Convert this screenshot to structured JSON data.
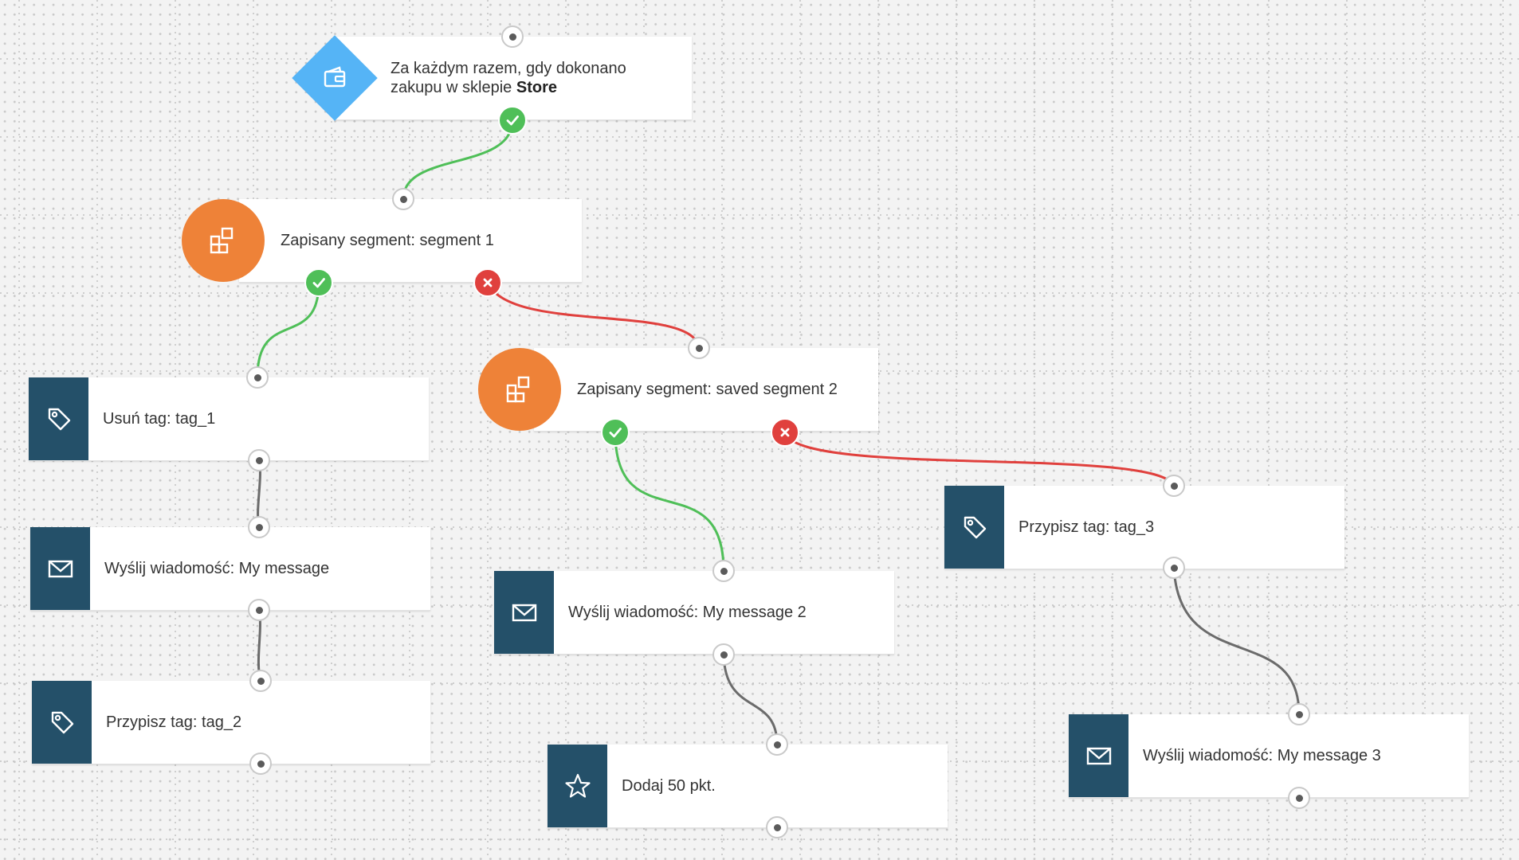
{
  "workflow": {
    "trigger": {
      "text_before": "Za każdym razem, gdy dokonano zakupu w sklepie ",
      "store_name": "Store",
      "icon": "wallet-icon"
    },
    "segment1": {
      "label": "Zapisany segment: segment 1",
      "icon": "segment-icon"
    },
    "segment2": {
      "label": "Zapisany segment: saved segment 2",
      "icon": "segment-icon"
    },
    "remove_tag1": {
      "label": "Usuń tag: tag_1",
      "icon": "tag-icon"
    },
    "send_msg1": {
      "label": "Wyślij wiadomość: My message",
      "icon": "envelope-icon"
    },
    "assign_tag2": {
      "label": "Przypisz tag: tag_2",
      "icon": "tag-icon"
    },
    "send_msg2": {
      "label": "Wyślij wiadomość: My message 2",
      "icon": "envelope-icon"
    },
    "add_points": {
      "label": "Dodaj 50 pkt.",
      "icon": "star-icon"
    },
    "assign_tag3": {
      "label": "Przypisz tag: tag_3",
      "icon": "tag-icon"
    },
    "send_msg3": {
      "label": "Wyślij wiadomość: My message 3",
      "icon": "envelope-icon"
    }
  },
  "colors": {
    "tile": "#245069",
    "segment": "#ee8238",
    "trigger": "#55b4f6",
    "yes": "#4fbf58",
    "no": "#e0403d",
    "wire": "#6b6b6b"
  }
}
